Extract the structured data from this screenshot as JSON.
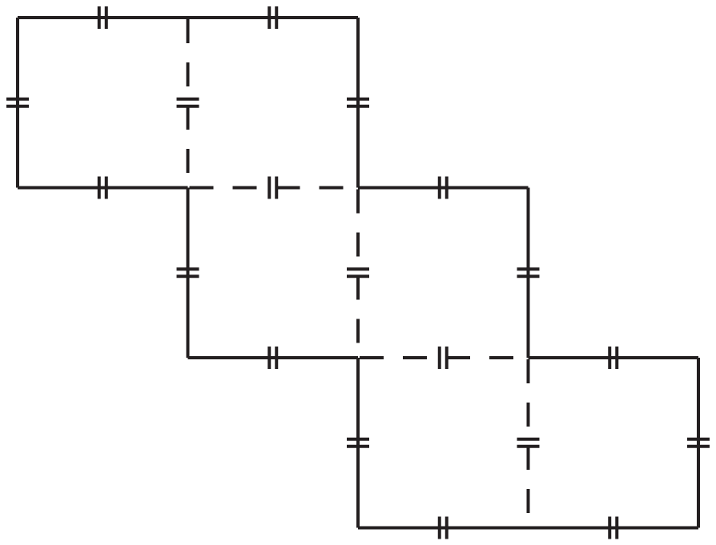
{
  "figure": {
    "description_free": true,
    "colors": {
      "stroke": "#231f20",
      "background": "#ffffff"
    },
    "grid": {
      "cols": 4,
      "rows": 3
    },
    "solid_edges": [
      {
        "id": "top-left",
        "from": [
          0,
          0
        ],
        "to": [
          1,
          0
        ]
      },
      {
        "id": "top-right",
        "from": [
          1,
          0
        ],
        "to": [
          2,
          0
        ]
      },
      {
        "id": "left-upper",
        "from": [
          0,
          0
        ],
        "to": [
          0,
          1
        ]
      },
      {
        "id": "right-upper",
        "from": [
          2,
          0
        ],
        "to": [
          2,
          1
        ]
      },
      {
        "id": "mid1-left",
        "from": [
          0,
          1
        ],
        "to": [
          1,
          1
        ]
      },
      {
        "id": "mid1-right",
        "from": [
          2,
          1
        ],
        "to": [
          3,
          1
        ]
      },
      {
        "id": "left-middle",
        "from": [
          1,
          1
        ],
        "to": [
          1,
          2
        ]
      },
      {
        "id": "right-middle",
        "from": [
          3,
          1
        ],
        "to": [
          3,
          2
        ]
      },
      {
        "id": "mid2-left",
        "from": [
          1,
          2
        ],
        "to": [
          2,
          2
        ]
      },
      {
        "id": "mid2-right",
        "from": [
          3,
          2
        ],
        "to": [
          4,
          2
        ]
      },
      {
        "id": "left-lower",
        "from": [
          2,
          2
        ],
        "to": [
          2,
          3
        ]
      },
      {
        "id": "right-lower",
        "from": [
          4,
          2
        ],
        "to": [
          4,
          3
        ]
      },
      {
        "id": "bottom-left",
        "from": [
          2,
          3
        ],
        "to": [
          3,
          3
        ]
      },
      {
        "id": "bottom-right",
        "from": [
          3,
          3
        ],
        "to": [
          4,
          3
        ]
      }
    ],
    "dashed_edges": [
      {
        "id": "fold-v1",
        "from": [
          1,
          0
        ],
        "to": [
          1,
          1
        ],
        "tick": true
      },
      {
        "id": "fold-h1",
        "from": [
          1,
          1
        ],
        "to": [
          2,
          1
        ],
        "tick": true
      },
      {
        "id": "fold-v2",
        "from": [
          2,
          1
        ],
        "to": [
          2,
          2
        ],
        "tick": true
      },
      {
        "id": "fold-h2",
        "from": [
          2,
          2
        ],
        "to": [
          3,
          2
        ],
        "tick": true
      },
      {
        "id": "fold-v3",
        "from": [
          3,
          2
        ],
        "to": [
          3,
          3
        ],
        "tick": true
      }
    ],
    "ticks_per_edge": 2
  }
}
